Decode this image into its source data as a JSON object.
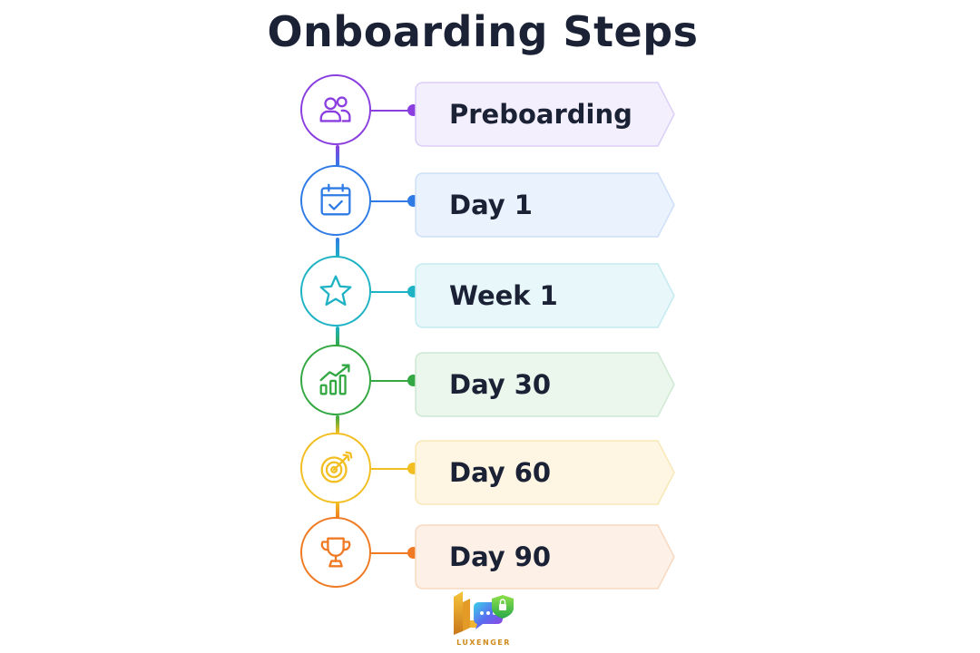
{
  "title": "Onboarding Steps",
  "steps": [
    {
      "label": "Preboarding",
      "icon": "people-icon",
      "color": "#8a3ee0",
      "fill": "#f3effd",
      "stroke": "#dccff6"
    },
    {
      "label": "Day 1",
      "icon": "calendar-check-icon",
      "color": "#2f7be6",
      "fill": "#eaf2fd",
      "stroke": "#cde0f8"
    },
    {
      "label": "Week 1",
      "icon": "star-icon",
      "color": "#1eb3c4",
      "fill": "#e8f7f9",
      "stroke": "#c4ebf0"
    },
    {
      "label": "Day 30",
      "icon": "growth-chart-icon",
      "color": "#33a842",
      "fill": "#ebf6ec",
      "stroke": "#cfe9d3"
    },
    {
      "label": "Day 60",
      "icon": "target-icon",
      "color": "#f2be21",
      "fill": "#fef6e2",
      "stroke": "#f8e7b6"
    },
    {
      "label": "Day 90",
      "icon": "trophy-icon",
      "color": "#ef7a23",
      "fill": "#fdf0e6",
      "stroke": "#f7d9c1"
    }
  ],
  "logo": {
    "name": "LUXENGER"
  }
}
